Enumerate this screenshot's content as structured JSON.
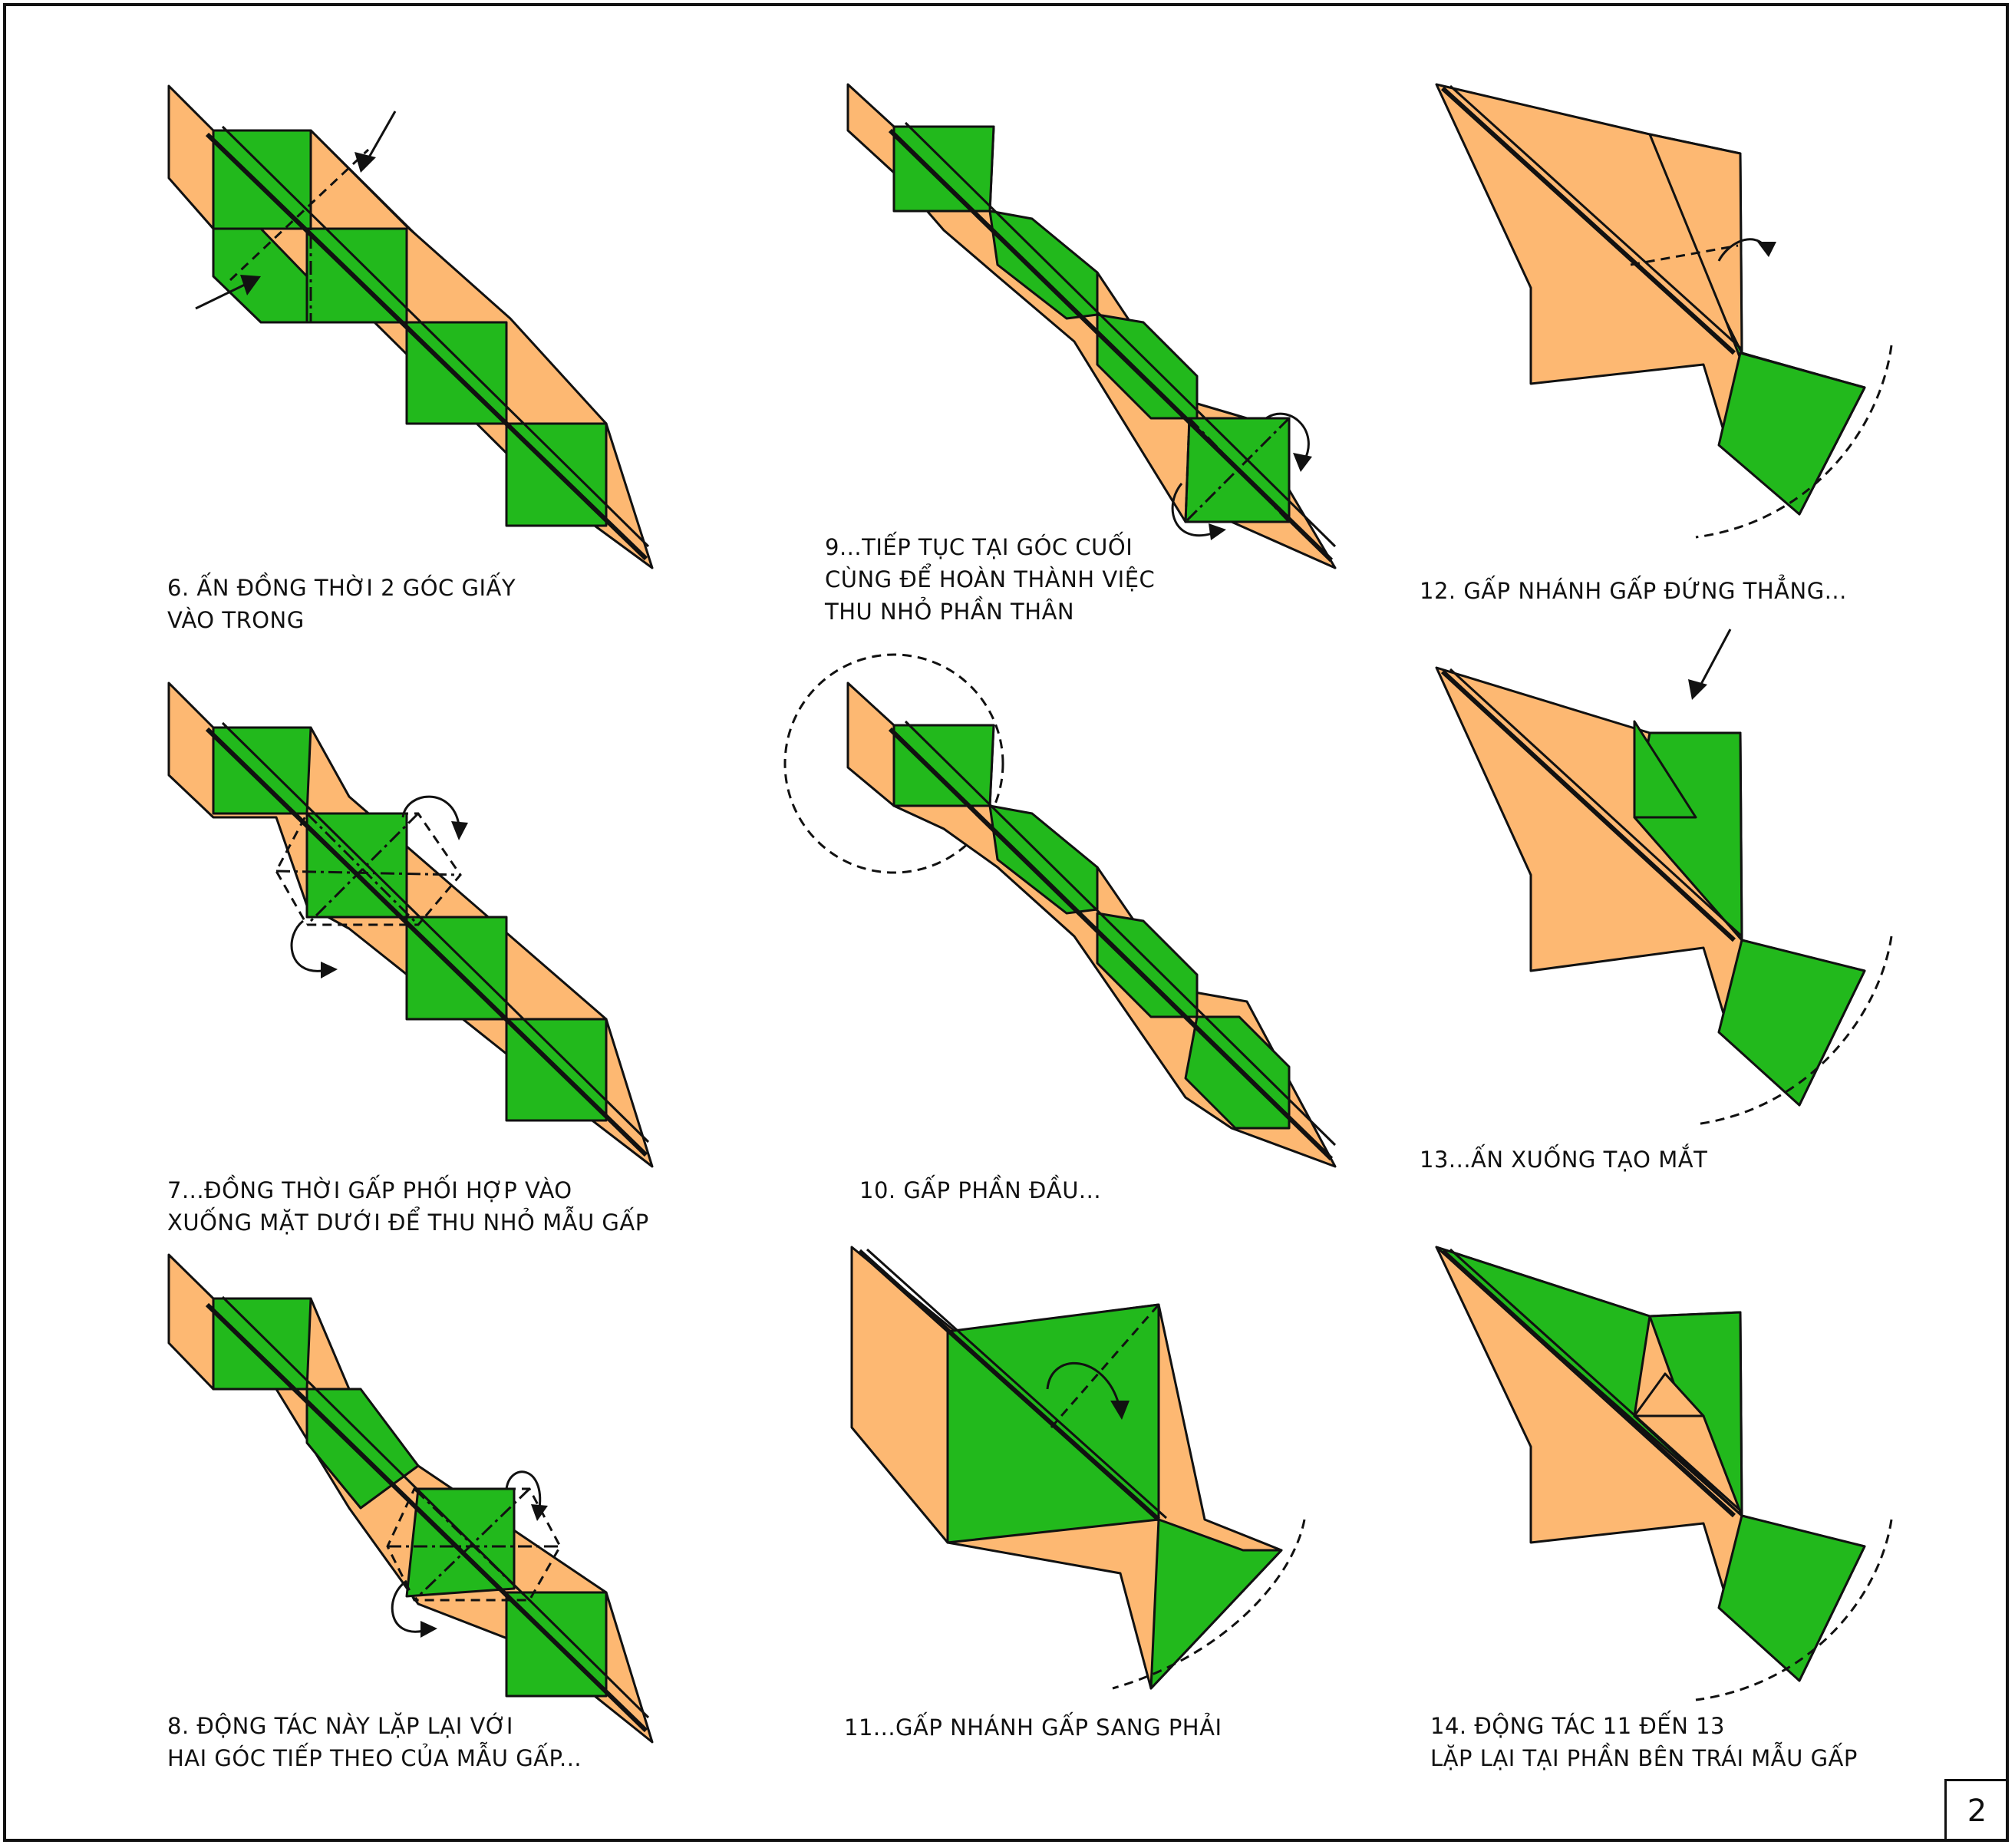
{
  "page_number": "2",
  "colors": {
    "green": "#22b91c",
    "orange": "#fdb872",
    "line": "#111111"
  },
  "steps": [
    {
      "id": "6",
      "lines": [
        "6. ẤN ĐỒNG THỜI 2 GÓC GIẤY",
        "VÀO TRONG"
      ]
    },
    {
      "id": "7",
      "lines": [
        "7...ĐỒNG THỜI GẤP PHỐI HỢP VÀO",
        "XUỐNG MẶT DƯỚI ĐỂ THU NHỎ MẪU GẤP"
      ]
    },
    {
      "id": "8",
      "lines": [
        "8. ĐỘNG TÁC NÀY LẶP LẠI VỚI",
        "HAI GÓC TIẾP THEO CỦA MẪU GẤP..."
      ]
    },
    {
      "id": "9",
      "lines": [
        "9...TIẾP TỤC TẠI GÓC CUỐI",
        "CÙNG ĐỂ HOÀN THÀNH VIỆC",
        "THU NHỎ PHẦN THÂN"
      ]
    },
    {
      "id": "10",
      "lines": [
        "10. GẤP PHẦN ĐẦU..."
      ]
    },
    {
      "id": "11",
      "lines": [
        "11...GẤP NHÁNH GẤP SANG PHẢI"
      ]
    },
    {
      "id": "12",
      "lines": [
        "12. GẤP NHÁNH GẤP ĐỨNG THẲNG..."
      ]
    },
    {
      "id": "13",
      "lines": [
        "13...ẤN XUỐNG TẠO MẮT"
      ]
    },
    {
      "id": "14",
      "lines": [
        "14. ĐỘNG TÁC 11 ĐẾN 13",
        "LẶP LẠI TẠI PHẦN BÊN TRÁI MẪU GẤP"
      ]
    }
  ],
  "icons": {
    "push_arrow": "push-arrow-icon",
    "rotate_arrow": "curved-fold-arrow-icon"
  }
}
